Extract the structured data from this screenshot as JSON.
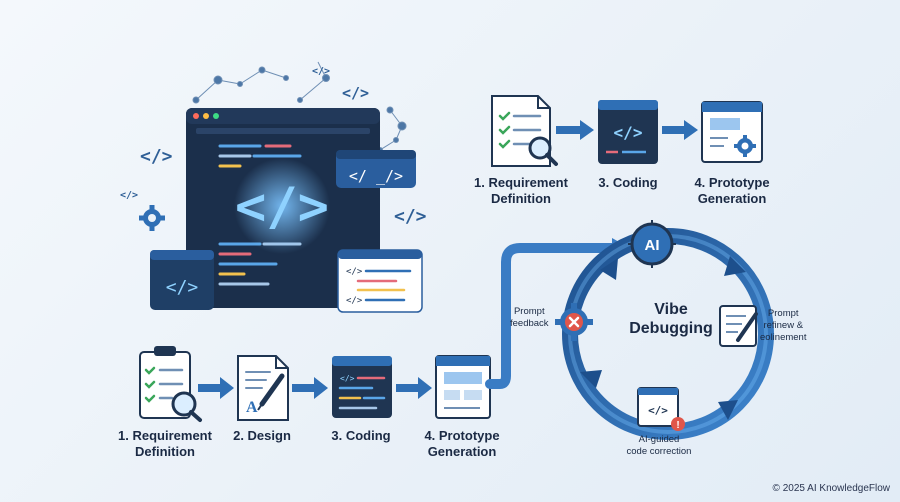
{
  "top_flow": {
    "steps": [
      {
        "label_line1": "1. Requirement",
        "label_line2": "Definition",
        "icon": "requirement-document-icon"
      },
      {
        "label_line1": "3. Coding",
        "label_line2": "",
        "icon": "code-editor-icon"
      },
      {
        "label_line1": "4. Prototype",
        "label_line2": "Generation",
        "icon": "prototype-gear-icon"
      }
    ]
  },
  "bottom_flow": {
    "steps": [
      {
        "label_line1": "1. Requirement",
        "label_line2": "Definition",
        "icon": "clipboard-checklist-icon"
      },
      {
        "label_line1": "2. Design",
        "label_line2": "",
        "icon": "design-document-icon"
      },
      {
        "label_line1": "3. Coding",
        "label_line2": "",
        "icon": "code-editor-icon"
      },
      {
        "label_line1": "4. Prototype",
        "label_line2": "Generation",
        "icon": "prototype-window-icon"
      }
    ]
  },
  "cycle": {
    "center_line1": "Vibe",
    "center_line2": "Debugging",
    "ai_badge": "AI",
    "left_label_line1": "Prompt",
    "left_label_line2": "feedback",
    "right_label_line1": "Prompt",
    "right_label_line2": "refinew &",
    "right_label_line3": "eolinement",
    "bottom_label_line1": "AI-guided",
    "bottom_label_line2": "code correction"
  },
  "hero": {
    "main_symbol": "</>",
    "float_symbol": "</ _/>",
    "small_symbol": "</>"
  },
  "colors": {
    "navy": "#1f3552",
    "blue": "#2f6fb5",
    "light_blue": "#5aa6e8",
    "arrow": "#3a7cc4"
  },
  "footer": {
    "copyright": "© 2025 AI KnowledgeFlow"
  }
}
